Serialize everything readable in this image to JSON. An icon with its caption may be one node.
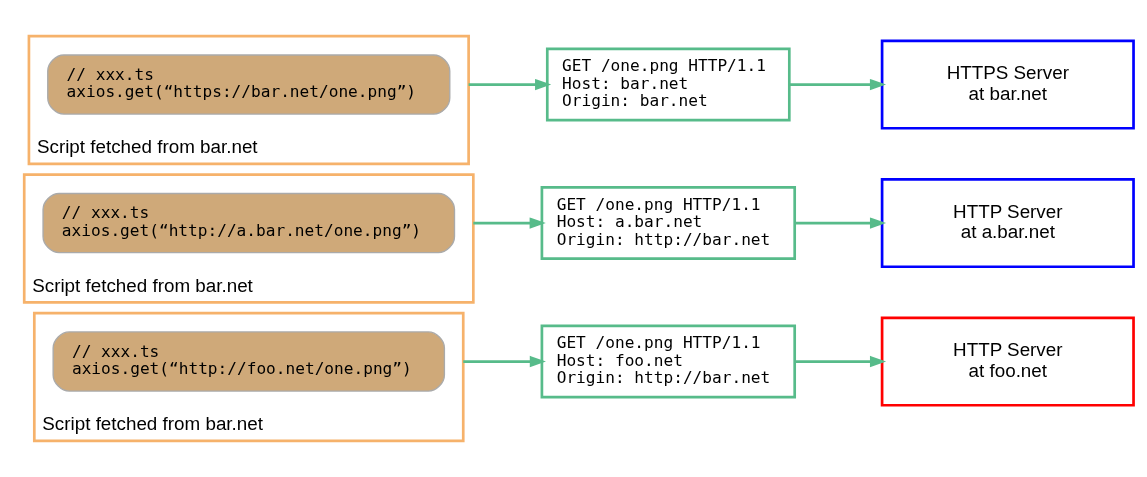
{
  "diagram": {
    "nodes": [
      {
        "text": [
          "Script fetched from bar.net"
        ]
      },
      {
        "text": [
          "// xxx.ts",
          "axios.get(“http://foo.net/one.png”)"
        ],
        "in": 0
      },
      {
        "text": [
          "GET /one.png HTTP/1.1",
          "Host: foo.net",
          "Origin: http://bar.net"
        ]
      },
      {
        "text": [
          "HTTP Server",
          "at foo.net"
        ]
      },
      {
        "text": [
          "Script fetched from bar.net"
        ]
      },
      {
        "text": [
          "// xxx.ts",
          "axios.get(“http://a.bar.net/one.png”)"
        ],
        "in": 4
      },
      {
        "text": [
          "GET /one.png HTTP/1.1",
          "Host: a.bar.net",
          "Origin: http://bar.net"
        ]
      },
      {
        "text": [
          "HTTP Server",
          "at a.bar.net"
        ]
      },
      {
        "text": [
          "Script fetched from bar.net"
        ]
      },
      {
        "text": [
          "// xxx.ts",
          "axios.get(“https://bar.net/one.png”)"
        ],
        "in": 8
      },
      {
        "text": [
          "GET /one.png HTTP/1.1",
          "Host: bar.net",
          "Origin: bar.net"
        ]
      },
      {
        "text": [
          "HTTPS Server",
          "at bar.net"
        ]
      }
    ],
    "edges": [
      {
        "from": 0,
        "to": 2,
        "arrow": "to"
      },
      {
        "from": 2,
        "to": 3,
        "arrow": "to"
      },
      {
        "from": 4,
        "to": 6,
        "arrow": "to"
      },
      {
        "from": 6,
        "to": 7,
        "arrow": "to"
      },
      {
        "from": 8,
        "to": 10,
        "arrow": "to"
      },
      {
        "from": 10,
        "to": 11,
        "arrow": "to"
      }
    ]
  }
}
